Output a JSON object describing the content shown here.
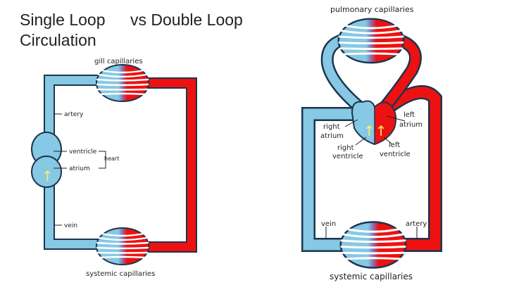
{
  "title": {
    "line1": "Single Loop",
    "line2": "Circulation",
    "vs": "vs   Double Loop"
  },
  "single_loop": {
    "gill_capillaries": "gill capillaries",
    "artery": "artery",
    "ventricle": "ventricle",
    "heart": "heart",
    "atrium": "atrium",
    "vein": "vein",
    "systemic_capillaries": "systemic capillaries"
  },
  "double_loop": {
    "pulmonary_capillaries": "pulmonary capillaries",
    "right_atrium_1": "right",
    "right_atrium_2": "atrium",
    "left_atrium_1": "left",
    "left_atrium_2": "atrium",
    "right_ventricle_1": "right",
    "right_ventricle_2": "ventricle",
    "left_ventricle_1": "left",
    "left_ventricle_2": "ventricle",
    "vein": "vein",
    "artery": "artery",
    "systemic_capillaries": "systemic capillaries"
  },
  "colors": {
    "oxygenated": "#ee1111",
    "deoxygenated": "#87c8e4",
    "outline": "#1a3550",
    "arrow": "#f4f06a"
  }
}
